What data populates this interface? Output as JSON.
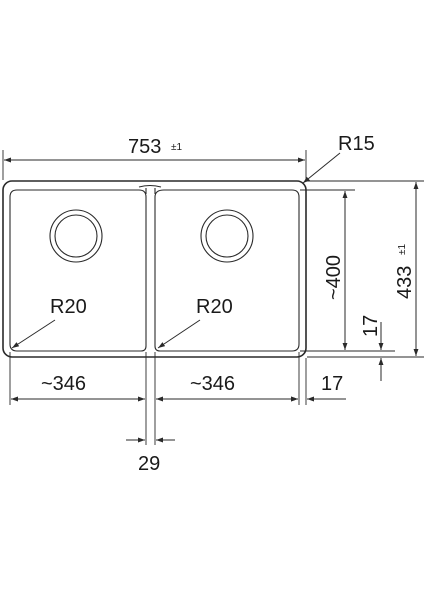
{
  "dimensions": {
    "overall_width": {
      "value": "753",
      "tolerance": "±1"
    },
    "overall_depth": {
      "value": "433",
      "tolerance": "±1"
    },
    "corner_radius_outer": "R15",
    "bowl_depth": "~400",
    "rim_offset_vertical": "17",
    "rim_offset_horizontal": "17",
    "bowl_left_width": "~346",
    "bowl_right_width": "~346",
    "divider_width": "29",
    "bowl_left_radius": "R20",
    "bowl_right_radius": "R20"
  },
  "colors": {
    "line": "#2a2a2a",
    "text": "#1a1a1a",
    "background": "#ffffff"
  }
}
